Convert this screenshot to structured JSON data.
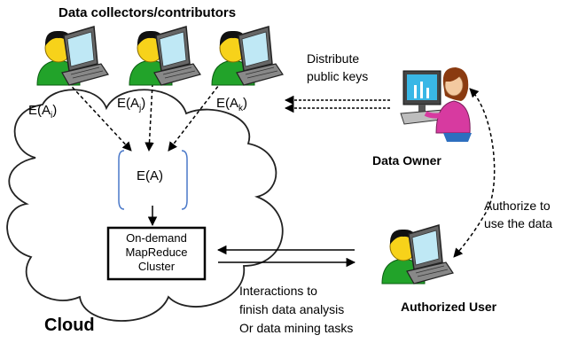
{
  "title": "Data collectors/contributors",
  "collectors": [
    {
      "base": "E(A",
      "sub": "i",
      "close": ")"
    },
    {
      "base": "E(A",
      "sub": "j",
      "close": ")"
    },
    {
      "base": "E(A",
      "sub": "k",
      "close": ")"
    }
  ],
  "cloud": {
    "label": "Cloud",
    "store_label": "E(A)",
    "cluster_lines": [
      "On-demand",
      "MapReduce",
      "Cluster"
    ]
  },
  "owner": {
    "label": "Data Owner",
    "distribute_lines": [
      "Distribute",
      "public keys"
    ],
    "authorize_lines": [
      "Authorize to",
      "use the data"
    ]
  },
  "user": {
    "label": "Authorized User",
    "interaction_lines": [
      "Interactions to",
      "finish data analysis",
      "Or data mining tasks"
    ]
  },
  "colors": {
    "person_body": "#22a32a",
    "person_face": "#f7d21a",
    "hair": "#111111",
    "laptop": "#555555",
    "owner_shirt": "#d73aa0",
    "monitor_screen": "#39b7e6",
    "box_border": "#000000",
    "cloud_stroke": "#222222"
  }
}
